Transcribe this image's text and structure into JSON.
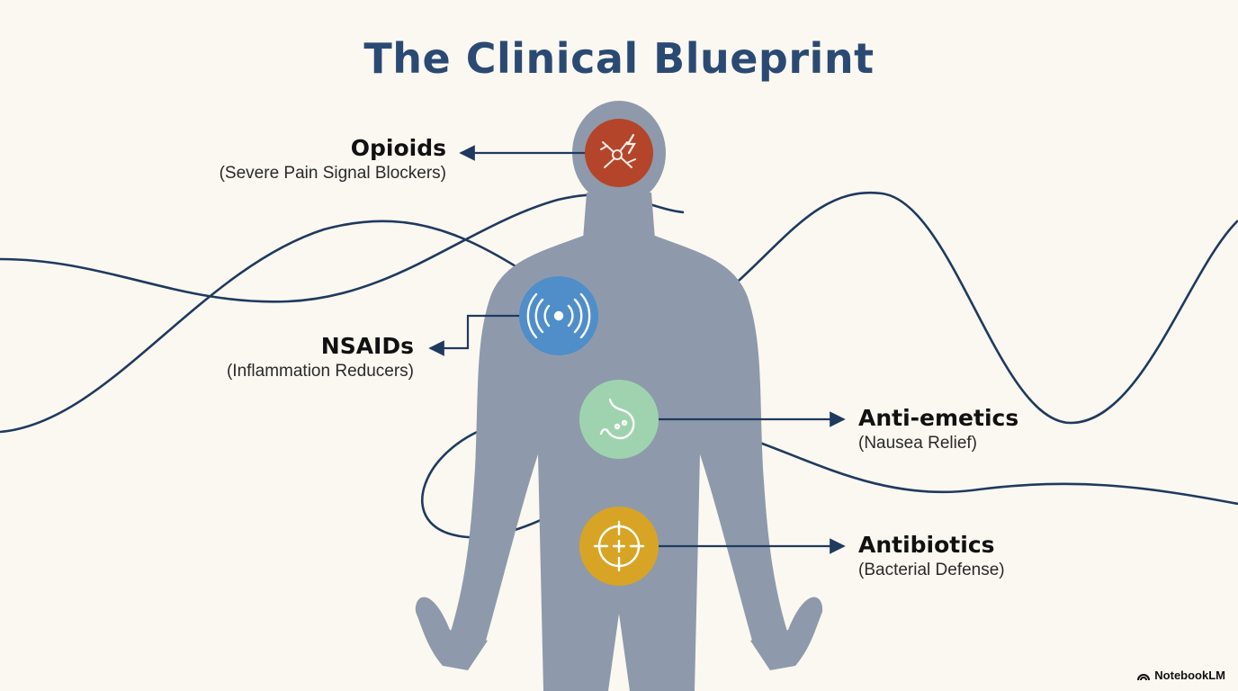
{
  "title": "The Clinical Blueprint",
  "colors": {
    "background": "#fbf8f1",
    "title": "#2b4a73",
    "body": "#8e9aab",
    "line": "#1f3a5f",
    "opioids": "#b4452a",
    "nsaids": "#4f8ec9",
    "antiemetics": "#9fd3b0",
    "antibiotics": "#d8a425"
  },
  "drugs": [
    {
      "key": "opioids",
      "name": "Opioids",
      "desc": "(Severe Pain Signal Blockers)",
      "icon": "neuron-icon"
    },
    {
      "key": "nsaids",
      "name": "NSAIDs",
      "desc": "(Inflammation Reducers)",
      "icon": "signal-waves-icon"
    },
    {
      "key": "antiemetics",
      "name": "Anti-emetics",
      "desc": "(Nausea Relief)",
      "icon": "stomach-icon"
    },
    {
      "key": "antibiotics",
      "name": "Antibiotics",
      "desc": "(Bacterial Defense)",
      "icon": "crosshair-icon"
    }
  ],
  "brand": "NotebookLM"
}
